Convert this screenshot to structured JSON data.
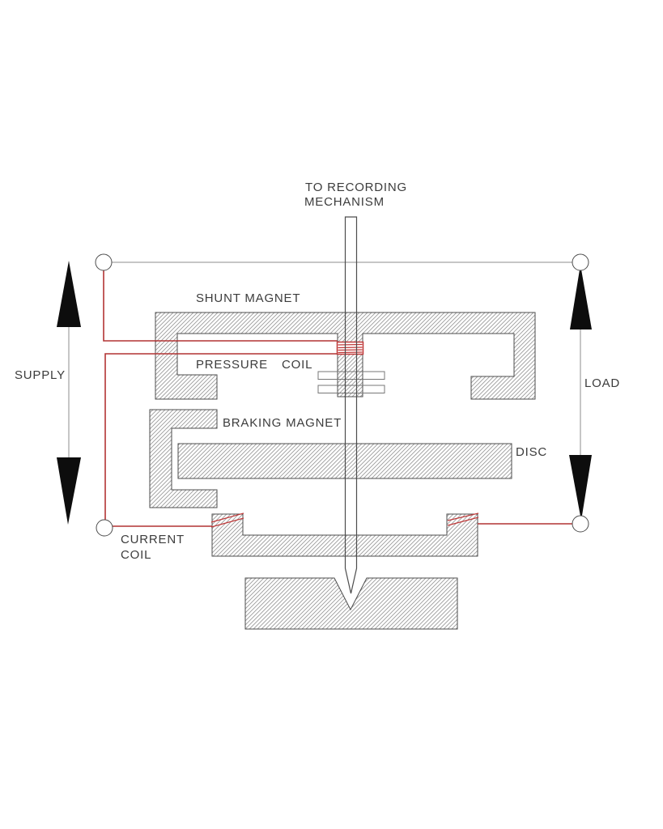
{
  "labels": {
    "recording_mechanism_line1": "TO RECORDING",
    "recording_mechanism_line2": "MECHANISM",
    "shunt_magnet": "SHUNT MAGNET",
    "pressure_coil_word1": "PRESSURE",
    "pressure_coil_word2": "COIL",
    "braking_magnet": "BRAKING MAGNET",
    "disc": "DISC",
    "current_coil_line1": "CURRENT",
    "current_coil_line2": "COIL",
    "supply": "SUPPLY",
    "load": "LOAD"
  },
  "colors": {
    "wire_red": "#b23434",
    "coil_red": "#c03a3a",
    "arrow_black": "#0d0d0d",
    "outline": "#4d4d4d",
    "hatch_line": "#9b9b9b",
    "thin_line": "#8c8c8c",
    "text": "#3c3c3c",
    "background": "#ffffff"
  }
}
